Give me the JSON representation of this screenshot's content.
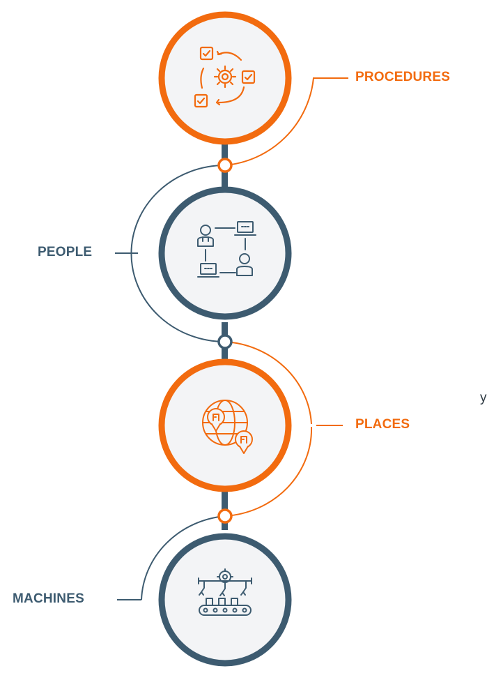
{
  "colors": {
    "orange": "#F26B0F",
    "navy": "#3D5B70",
    "fill": "#F3F4F6",
    "connector_stroke": "#3D5B70"
  },
  "steps": [
    {
      "label": "PROCEDURES",
      "color": "orange",
      "icon": "checklist-gear-cycle-icon",
      "side": "right"
    },
    {
      "label": "PEOPLE",
      "color": "navy",
      "icon": "people-laptops-network-icon",
      "side": "left"
    },
    {
      "label": "PLACES",
      "color": "orange",
      "icon": "globe-location-icon",
      "side": "right"
    },
    {
      "label": "MACHINES",
      "color": "navy",
      "icon": "conveyor-robot-arms-icon",
      "side": "left"
    }
  ],
  "edge_fragment": "y"
}
